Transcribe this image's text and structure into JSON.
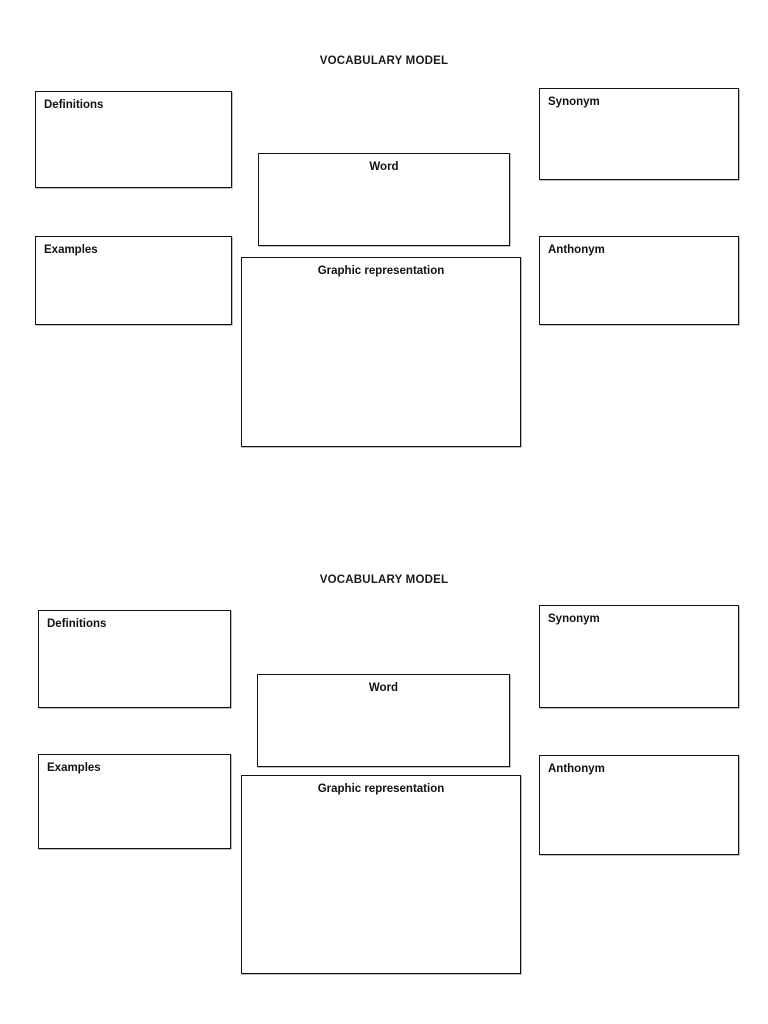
{
  "document": {
    "page_background": "#ffffff",
    "ink_color": "#111111",
    "border_color": "#121212"
  },
  "organizers": [
    {
      "title": "VOCABULARY MODEL",
      "boxes": {
        "definitions": {
          "label": "Definitions",
          "align": "left"
        },
        "examples": {
          "label": "Examples",
          "align": "left"
        },
        "word": {
          "label": "Word",
          "align": "center"
        },
        "graphic": {
          "label": "Graphic representation",
          "align": "center"
        },
        "synonym": {
          "label": "Synonym",
          "align": "left"
        },
        "anthonym": {
          "label": "Anthonym",
          "align": "left"
        }
      }
    },
    {
      "title": "VOCABULARY MODEL",
      "boxes": {
        "definitions": {
          "label": "Definitions",
          "align": "left"
        },
        "examples": {
          "label": "Examples",
          "align": "left"
        },
        "word": {
          "label": "Word",
          "align": "center"
        },
        "graphic": {
          "label": "Graphic representation",
          "align": "center"
        },
        "synonym": {
          "label": "Synonym",
          "align": "left"
        },
        "anthonym": {
          "label": "Anthonym",
          "align": "left"
        }
      }
    }
  ]
}
